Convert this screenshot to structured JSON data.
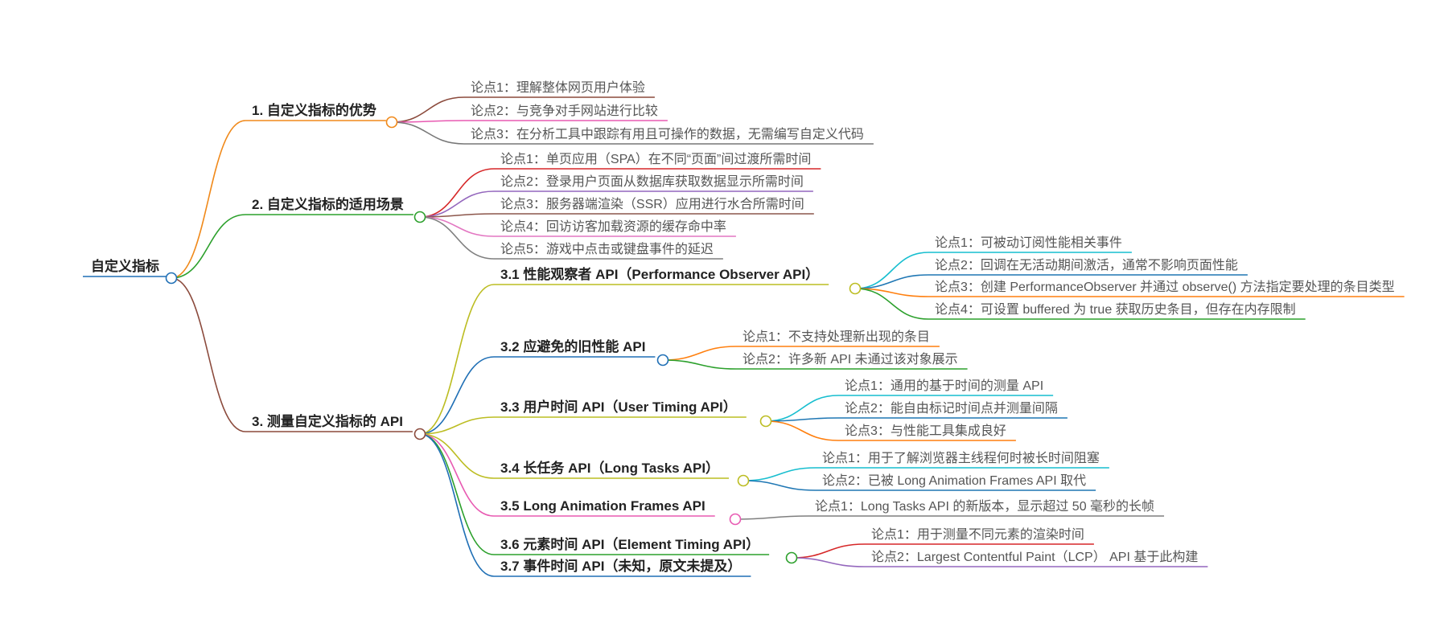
{
  "mindmap": {
    "root": {
      "label": "自定义指标",
      "color": "#1f6fb5"
    },
    "branches": [
      {
        "id": "b1",
        "label": "1. 自定义指标的优势",
        "color": "#f0891a",
        "children": [
          {
            "id": "b1c1",
            "label": "论点1：理解整体网页用户体验",
            "color": "#8b4a3c"
          },
          {
            "id": "b1c2",
            "label": "论点2：与竞争对手网站进行比较",
            "color": "#e85ab2"
          },
          {
            "id": "b1c3",
            "label": "论点3：在分析工具中跟踪有用且可操作的数据，无需编写自定义代码",
            "color": "#777777"
          }
        ]
      },
      {
        "id": "b2",
        "label": "2. 自定义指标的适用场景",
        "color": "#2ca02c",
        "children": [
          {
            "id": "b2c1",
            "label": "论点1：单页应用（SPA）在不同“页面”间过渡所需时间",
            "color": "#d62728"
          },
          {
            "id": "b2c2",
            "label": "论点2：登录用户页面从数据库获取数据显示所需时间",
            "color": "#9467bd"
          },
          {
            "id": "b2c3",
            "label": "论点3：服务器端渲染（SSR）应用进行水合所需时间",
            "color": "#8c564b"
          },
          {
            "id": "b2c4",
            "label": "论点4：回访访客加载资源的缓存命中率",
            "color": "#e377c2"
          },
          {
            "id": "b2c5",
            "label": "论点5：游戏中点击或键盘事件的延迟",
            "color": "#7f7f7f"
          }
        ]
      },
      {
        "id": "b3",
        "label": "3. 测量自定义指标的 API",
        "color": "#8b4a3c",
        "children": [
          {
            "id": "b31",
            "label": "3.1 性能观察者 API（Performance Observer API）",
            "color": "#bcbd22",
            "children": [
              {
                "id": "b31c1",
                "label": "论点1：可被动订阅性能相关事件",
                "color": "#17becf"
              },
              {
                "id": "b31c2",
                "label": "论点2：回调在无活动期间激活，通常不影响页面性能",
                "color": "#1f77b4"
              },
              {
                "id": "b31c3",
                "label": "论点3：创建 PerformanceObserver 并通过 observe() 方法指定要处理的条目类型",
                "color": "#ff7f0e"
              },
              {
                "id": "b31c4",
                "label": "论点4：可设置 buffered 为 true 获取历史条目，但存在内存限制",
                "color": "#2ca02c"
              }
            ]
          },
          {
            "id": "b32",
            "label": "3.2 应避免的旧性能 API",
            "color": "#1f6fb5",
            "children": [
              {
                "id": "b32c1",
                "label": "论点1：不支持处理新出现的条目",
                "color": "#ff7f0e"
              },
              {
                "id": "b32c2",
                "label": "论点2：许多新 API 未通过该对象展示",
                "color": "#2ca02c"
              }
            ]
          },
          {
            "id": "b33",
            "label": "3.3 用户时间 API（User Timing API）",
            "color": "#bcbd22",
            "children": [
              {
                "id": "b33c1",
                "label": "论点1：通用的基于时间的测量 API",
                "color": "#17becf"
              },
              {
                "id": "b33c2",
                "label": "论点2：能自由标记时间点并测量间隔",
                "color": "#1f77b4"
              },
              {
                "id": "b33c3",
                "label": "论点3：与性能工具集成良好",
                "color": "#ff7f0e"
              }
            ]
          },
          {
            "id": "b34",
            "label": "3.4 长任务 API（Long Tasks API）",
            "color": "#bcbd22",
            "children": [
              {
                "id": "b34c1",
                "label": "论点1：用于了解浏览器主线程何时被长时间阻塞",
                "color": "#17becf"
              },
              {
                "id": "b34c2",
                "label": "论点2：已被 Long Animation Frames API 取代",
                "color": "#1f77b4"
              }
            ]
          },
          {
            "id": "b35",
            "label": "3.5 Long Animation Frames API",
            "color": "#e85ab2",
            "children": [
              {
                "id": "b35c1",
                "label": "论点1：Long Tasks API 的新版本，显示超过 50 毫秒的长帧",
                "color": "#7f7f7f"
              }
            ]
          },
          {
            "id": "b36",
            "label": "3.6 元素时间 API（Element Timing API）",
            "color": "#2ca02c",
            "children": [
              {
                "id": "b36c1",
                "label": "论点1：用于测量不同元素的渲染时间",
                "color": "#d62728"
              },
              {
                "id": "b36c2",
                "label": "论点2：Largest Contentful Paint（LCP） API 基于此构建",
                "color": "#9467bd"
              }
            ]
          },
          {
            "id": "b37",
            "label": "3.7 事件时间 API（未知，原文未提及）",
            "color": "#1f6fb5",
            "children": []
          }
        ]
      }
    ]
  }
}
